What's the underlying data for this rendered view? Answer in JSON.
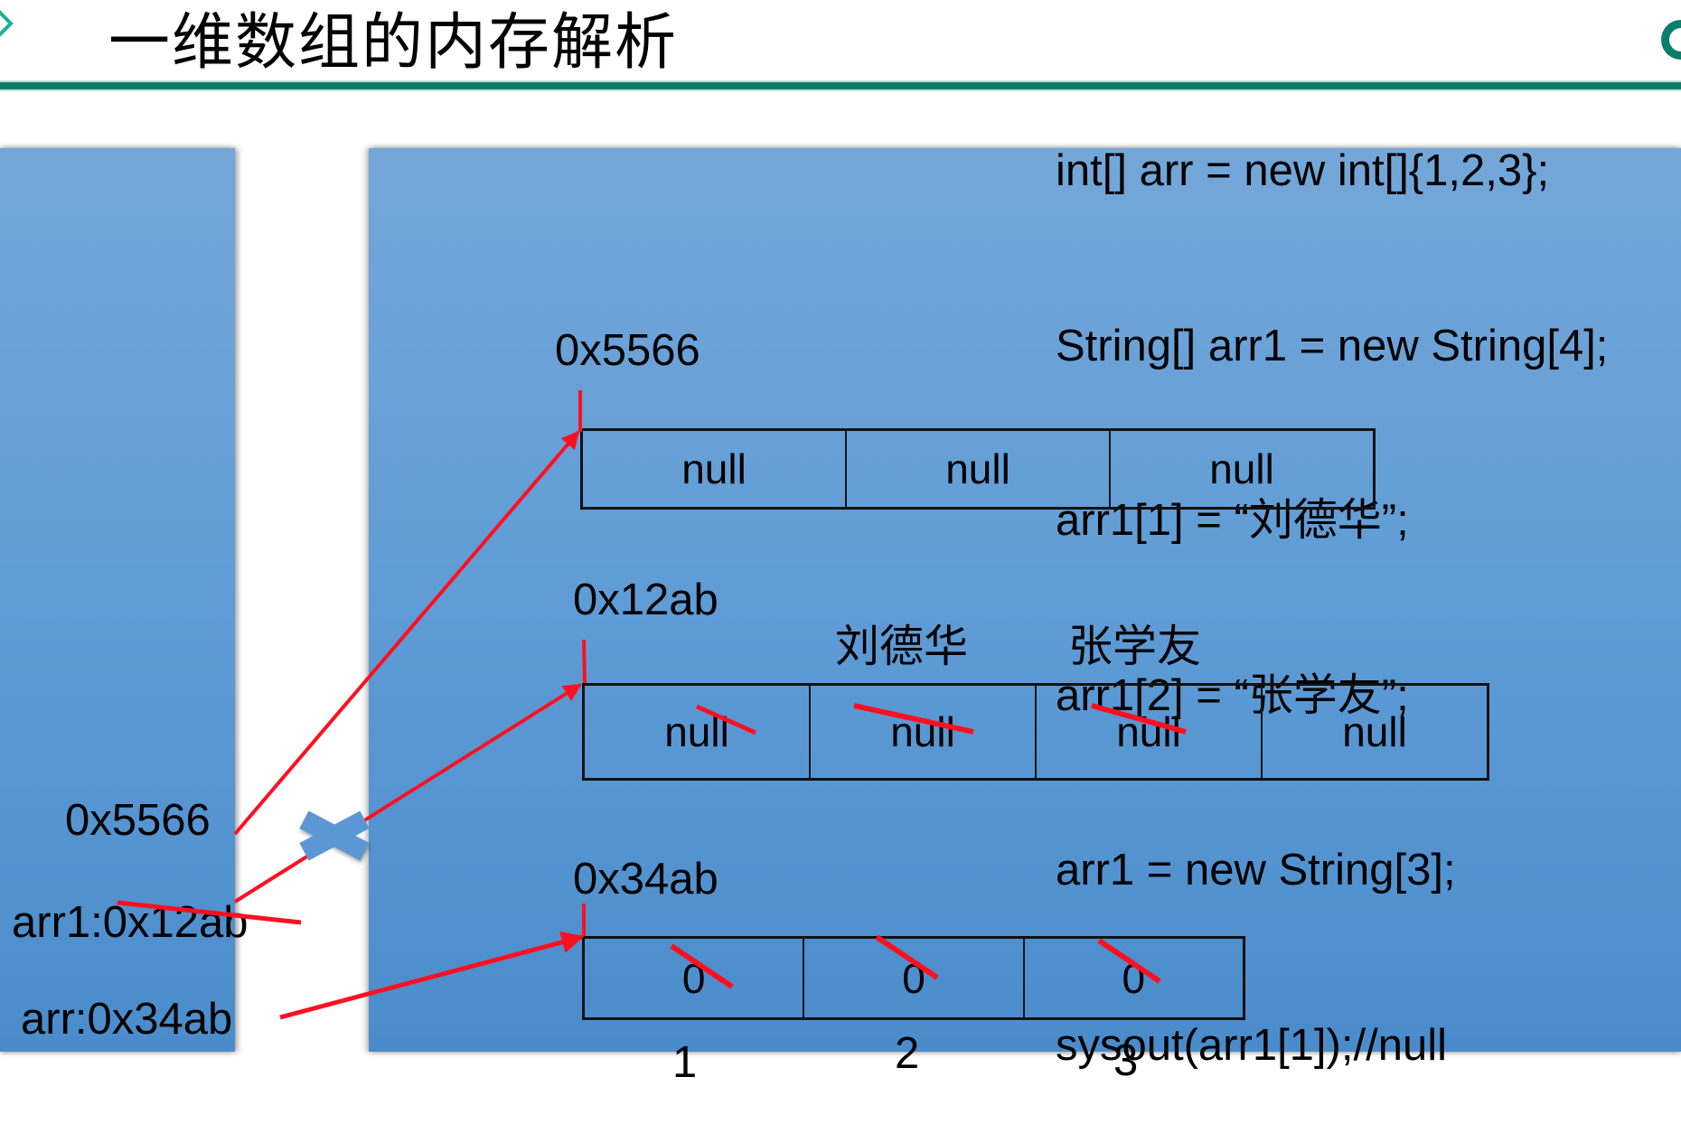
{
  "slide": {
    "title": "一维数组的内存解析",
    "accent_color": "#0a7e6a",
    "panel_color": "#5f9cd6",
    "pointer_color": "#ff1020"
  },
  "code": {
    "lines": [
      "int[] arr = new int[]{1,2,3};",
      "String[] arr1 = new String[4];",
      "arr1[1] = “刘德华”;",
      "arr1[2] = “张学友”;",
      "arr1 = new String[3];",
      "sysout(arr1[1]);//null"
    ]
  },
  "stack": {
    "entries": [
      {
        "label": "0x5566",
        "struck": false
      },
      {
        "label": "arr1:0x12ab",
        "struck": true
      },
      {
        "label": "arr:0x34ab",
        "struck": false
      }
    ]
  },
  "heap": {
    "arrays": [
      {
        "address": "0x5566",
        "cells": [
          "null",
          "null",
          "null"
        ],
        "struck": [
          false,
          false,
          false
        ],
        "above": [],
        "below": []
      },
      {
        "address": "0x12ab",
        "cells": [
          "null",
          "null",
          "null",
          "null"
        ],
        "struck": [
          false,
          true,
          true,
          false
        ],
        "above": [
          "",
          "刘德华",
          "张学友",
          ""
        ],
        "below": []
      },
      {
        "address": "0x34ab",
        "cells": [
          "0",
          "0",
          "0"
        ],
        "struck": [
          true,
          true,
          true
        ],
        "above": [],
        "below": [
          "1",
          "2",
          "3"
        ]
      }
    ]
  },
  "markers": {
    "broken_reference": "x-mark"
  }
}
